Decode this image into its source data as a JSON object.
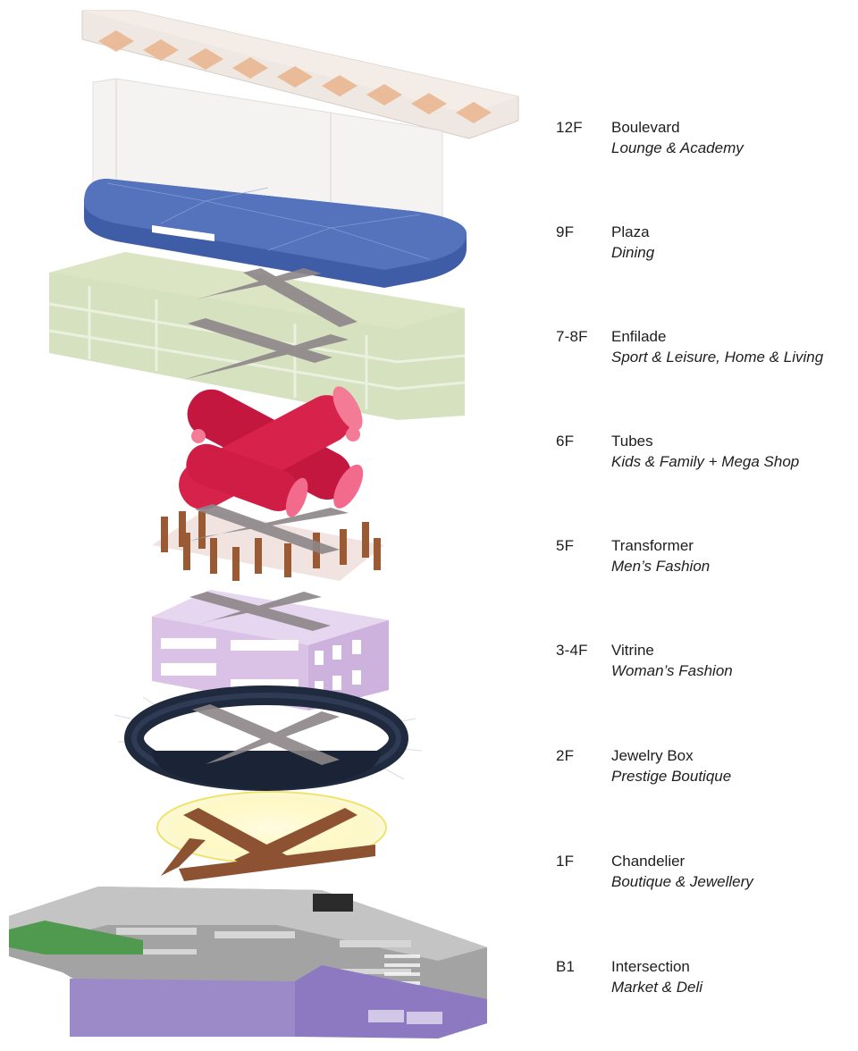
{
  "floors": [
    {
      "code": "12F",
      "name": "Boulevard",
      "use": "Lounge & Academy"
    },
    {
      "code": "9F",
      "name": "Plaza",
      "use": "Dining"
    },
    {
      "code": "7-8F",
      "name": "Enfilade",
      "use": "Sport & Leisure, Home & Living"
    },
    {
      "code": "6F",
      "name": "Tubes",
      "use": "Kids & Family + Mega Shop"
    },
    {
      "code": "5F",
      "name": "Transformer",
      "use": "Men’s Fashion"
    },
    {
      "code": "3-4F",
      "name": "Vitrine",
      "use": "Woman’s Fashion"
    },
    {
      "code": "2F",
      "name": "Jewelry Box",
      "use": "Prestige Boutique"
    },
    {
      "code": "1F",
      "name": "Chandelier",
      "use": "Boutique & Jewellery"
    },
    {
      "code": "B1",
      "name": "Intersection",
      "use": "Market & Deli"
    }
  ],
  "colors": {
    "boulevard": "#e8ddd6",
    "boulevard_pattern": "#e7b48a",
    "plaza": "#4a67b0",
    "enfilade": "#cfdcb4",
    "tubes": "#d21e48",
    "transformer": "#9a5a34",
    "vitrine": "#dcc6e8",
    "jewelry_box": "#222c40",
    "chandelier": "#fff6a8",
    "intersection_walls": "#9d9d9d",
    "intersection_purple": "#9b89c8",
    "intersection_green": "#4f9a4e",
    "escalator": "#8d8689",
    "text": "#1e1e1e"
  }
}
